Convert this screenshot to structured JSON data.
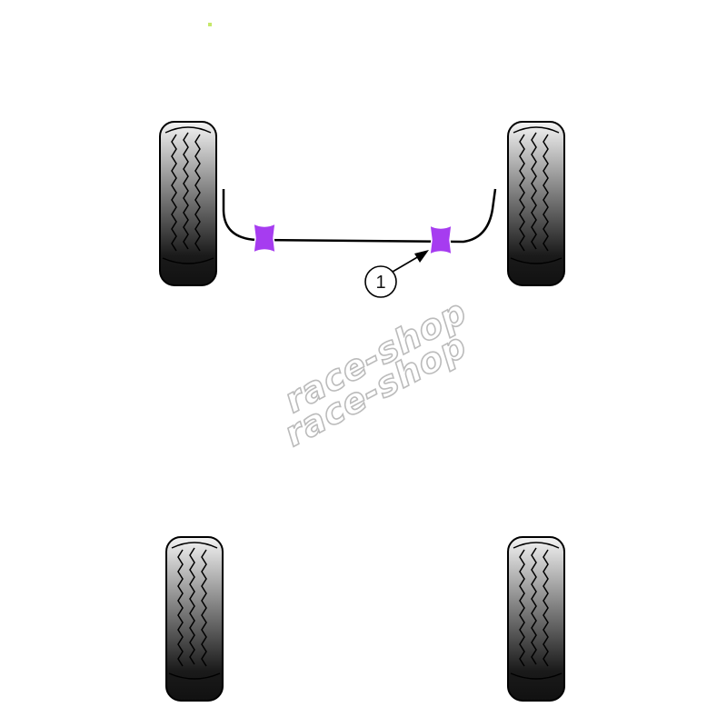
{
  "diagram": {
    "type": "suspension bush location diagram",
    "callouts": [
      {
        "number": "1",
        "target": "anti-roll-bar-bush-right"
      }
    ],
    "colors": {
      "bush": "#a63cf0",
      "bush_edge": "#ffffff",
      "tyre_dark": "#111111",
      "tyre_light": "#f4f4f4",
      "outline": "#000000",
      "marker": "#c6e86a"
    },
    "watermark": {
      "text": "race-shop",
      "color": "#b8b8b8",
      "repeat": 2
    }
  }
}
